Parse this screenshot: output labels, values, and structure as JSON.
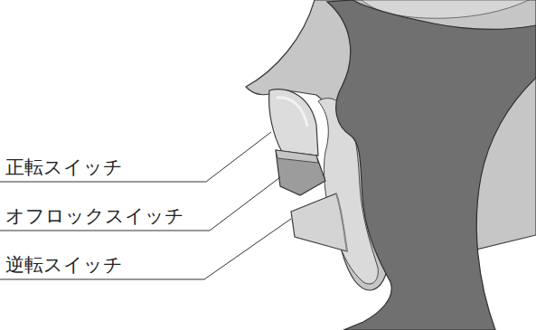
{
  "diagram": {
    "labels": [
      "正転スイッチ",
      "オフロックスイッチ",
      "逆転スイッチ"
    ]
  }
}
